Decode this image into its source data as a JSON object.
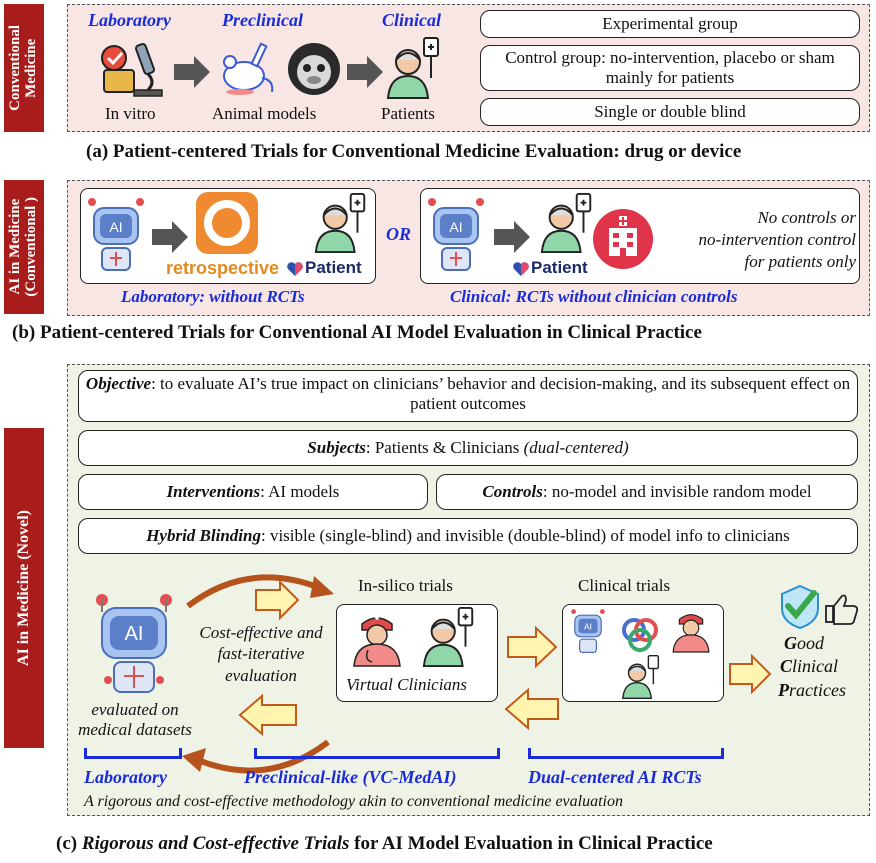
{
  "panel_a": {
    "sidebar": "Conventional\nMedicine",
    "stage_lab": "Laboratory",
    "stage_preclinical": "Preclinical",
    "stage_clinical": "Clinical",
    "label_invitro": "In vitro",
    "label_animal": "Animal models",
    "label_patients": "Patients",
    "box1": "Experimental group",
    "box2": "Control group: no-intervention, placebo or sham mainly for patients",
    "box3": "Single or double blind",
    "caption": "(a) Patient-centered Trials for Conventional Medicine Evaluation: drug or device"
  },
  "panel_b": {
    "sidebar": "AI in Medicine\n(Conventional )",
    "retrospective": "retrospective",
    "patient_brand1": "Patient",
    "or": "OR",
    "patient_brand2": "Patient",
    "ai_text1": "AI",
    "ai_text2": "AI",
    "note1": "No controls or",
    "note2": "no-intervention control",
    "note3": "for patients only",
    "lab_label": "Laboratory: without RCTs",
    "clinical_label": "Clinical: RCTs without clinician controls",
    "caption": "(b) Patient-centered Trials for Conventional AI Model Evaluation in Clinical Practice"
  },
  "panel_c": {
    "sidebar": "AI in Medicine (Novel)",
    "objective_key": "Objective",
    "objective_text": ": to evaluate AI’s true impact on clinicians’ behavior and decision-making, and its subsequent effect on patient outcomes",
    "subjects_key": "Subjects",
    "subjects_text": ": Patients & Clinicians ",
    "subjects_note": "(dual-centered)",
    "interventions_key": "Interventions",
    "interventions_text": ": AI models",
    "controls_key": "Controls",
    "controls_text": ": no-model and invisible random model",
    "blinding_key": "Hybrid Blinding",
    "blinding_text": ": visible (single-blind) and invisible (double-blind) of model info to clinicians",
    "ai_text": "AI",
    "cost_effective": "Cost-effective and fast-iterative evaluation",
    "insilico_title": "In-silico trials",
    "virtual_clinicians": "Virtual Clinicians",
    "clinical_title": "Clinical trials",
    "ai_text_small": "AI",
    "gcp_g": "G",
    "gcp_good": "ood",
    "gcp_c": "C",
    "gcp_clinical": "linical",
    "gcp_p": "P",
    "gcp_practices": "ractices",
    "evaluated_on": "evaluated on medical datasets",
    "stage_lab": "Laboratory",
    "stage_preclinical": "Preclinical-like (VC-MedAI)",
    "stage_rct": "Dual-centered AI RCTs",
    "footnote": "A rigorous and cost-effective methodology akin to conventional medicine evaluation",
    "caption_prefix": "(c) ",
    "caption_italic": "Rigorous and Cost-effective Trials",
    "caption_rest": " for AI Model Evaluation in Clinical Practice"
  },
  "colors": {
    "sidebar_red": "#a81c1c",
    "blue_labels": "#1b2bd6",
    "pink_panel": "#f7e6e4",
    "green_panel": "#eef3e6",
    "yellow_arrow": "#fff4b0",
    "arrow_outline": "#c25a1c"
  }
}
